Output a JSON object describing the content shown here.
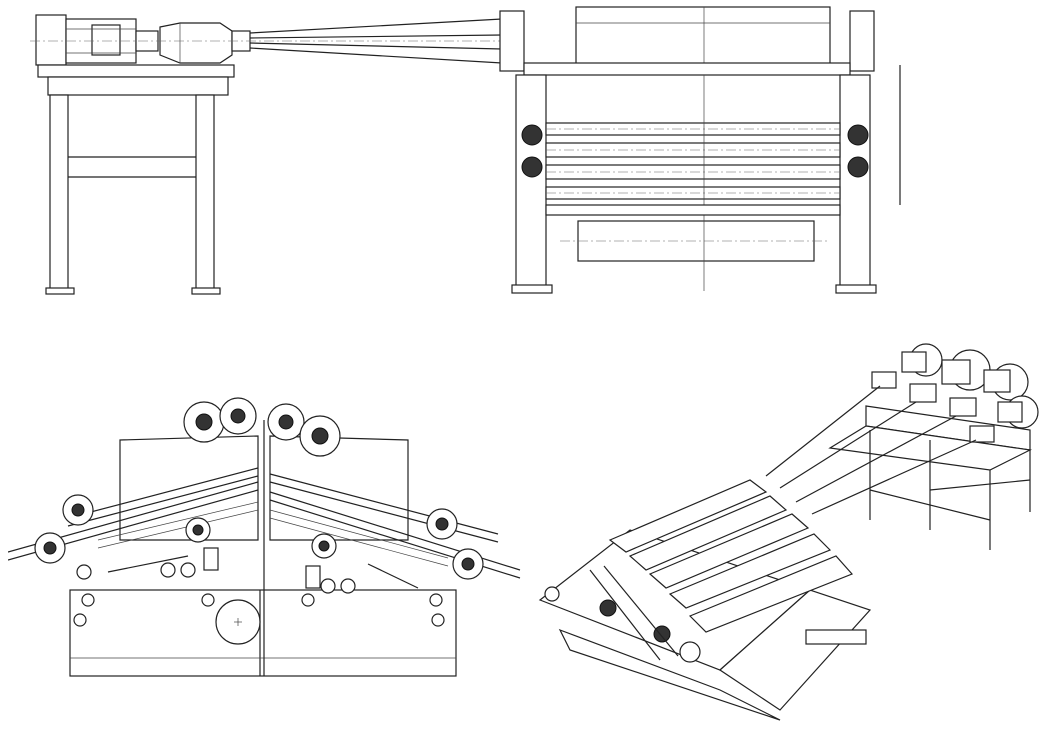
{
  "drawing": {
    "views": [
      {
        "id": "front-elevation",
        "label": ""
      },
      {
        "id": "side-elevation",
        "label": ""
      },
      {
        "id": "isometric-view",
        "label": ""
      }
    ],
    "components": {
      "roller_count_front_view": 5,
      "drive_shaft_count_front_view": 4,
      "motor_count_isometric": 4,
      "drive_shaft_count_isometric": 4
    }
  }
}
